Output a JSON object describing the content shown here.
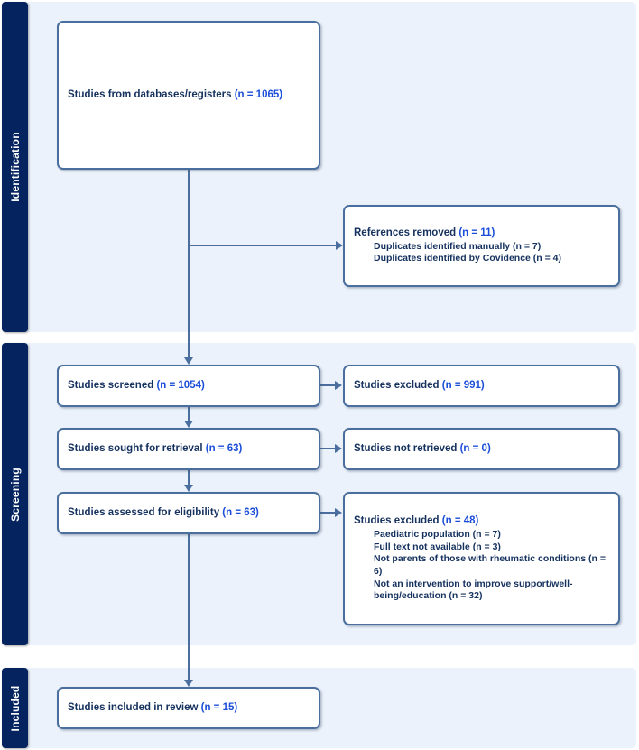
{
  "diagram": {
    "type": "prisma-flow-diagram",
    "colors": {
      "stage_bar": "#05245f",
      "band_background": "#ecf2fb",
      "box_border": "#4a6f9e",
      "text": "#15315e",
      "count_accent": "#1b4ed8",
      "connector": "#4a6f9e"
    }
  },
  "stages": [
    {
      "id": "identification",
      "label": "Identification"
    },
    {
      "id": "screening",
      "label": "Screening"
    },
    {
      "id": "included",
      "label": "Included"
    }
  ],
  "boxes": {
    "records_identified": {
      "text": "Studies from databases/registers ",
      "count": "(n = 1065)"
    },
    "references_removed": {
      "text": "References removed ",
      "count": "(n = 11)",
      "items": [
        "Duplicates identified manually (n = 7)",
        "Duplicates identified by Covidence (n = 4)"
      ]
    },
    "records_screened": {
      "text": "Studies screened ",
      "count": "(n = 1054)"
    },
    "records_excluded": {
      "text": "Studies excluded ",
      "count": "(n = 991)"
    },
    "reports_sought": {
      "text": "Studies sought for retrieval ",
      "count": "(n = 63)"
    },
    "reports_not_retrieved": {
      "text": "Studies not retrieved ",
      "count": "(n = 0)"
    },
    "reports_assessed": {
      "text": "Studies assessed for eligibility ",
      "count": "(n = 63)"
    },
    "reports_excluded": {
      "text": "Studies excluded ",
      "count": "(n = 48)",
      "items": [
        "Paediatric population (n = 7)",
        "Full text not available (n = 3)",
        "Not parents of those with rheumatic conditions (n = 6)",
        "Not an intervention to improve support/well-being/education (n = 32)"
      ]
    },
    "studies_included": {
      "text": "Studies included in review ",
      "count": "(n = 15)"
    }
  }
}
